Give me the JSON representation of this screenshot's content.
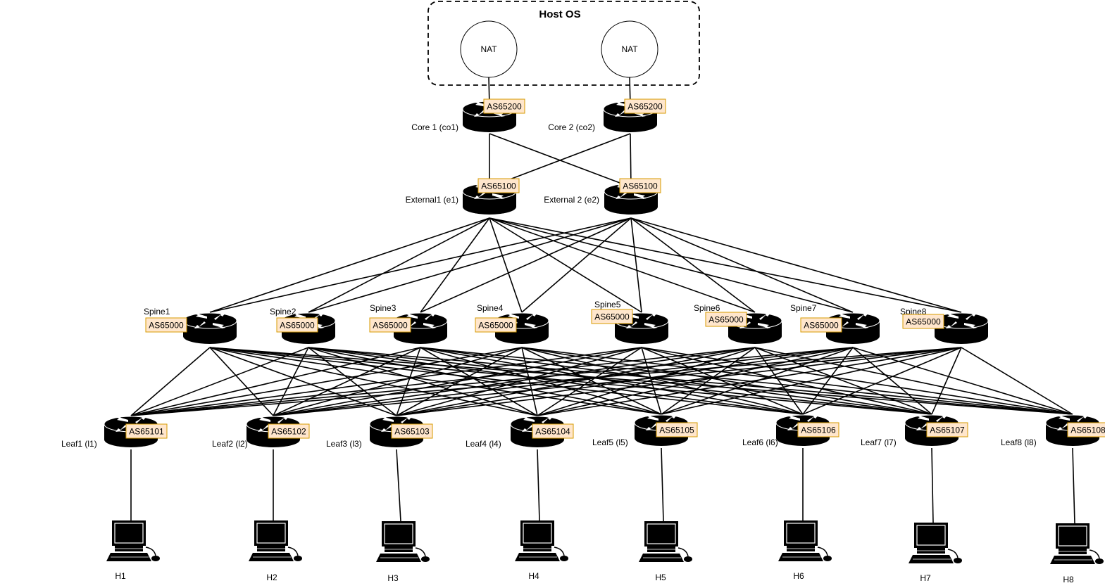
{
  "host_os": {
    "title": "Host OS",
    "nat1": "NAT",
    "nat2": "NAT"
  },
  "core": [
    {
      "name": "Core 1 (co1)",
      "asn": "AS65200"
    },
    {
      "name": "Core 2 (co2)",
      "asn": "AS65200"
    }
  ],
  "external": [
    {
      "name": "External1 (e1)",
      "asn": "AS65100"
    },
    {
      "name": "External 2 (e2)",
      "asn": "AS65100"
    }
  ],
  "spines": [
    {
      "name": "Spine1",
      "asn": "AS65000"
    },
    {
      "name": "Spine2",
      "asn": "AS65000"
    },
    {
      "name": "Spine3",
      "asn": "AS65000"
    },
    {
      "name": "Spine4",
      "asn": "AS65000"
    },
    {
      "name": "Spine5",
      "asn": "AS65000"
    },
    {
      "name": "Spine6",
      "asn": "AS65000"
    },
    {
      "name": "Spine7",
      "asn": "AS65000"
    },
    {
      "name": "Spine8",
      "asn": "AS65000"
    }
  ],
  "leaves": [
    {
      "name": "Leaf1 (l1)",
      "asn": "AS65101"
    },
    {
      "name": "Leaf2 (l2)",
      "asn": "AS65102"
    },
    {
      "name": "Leaf3 (l3)",
      "asn": "AS65103"
    },
    {
      "name": "Leaf4 (l4)",
      "asn": "AS65104"
    },
    {
      "name": "Leaf5 (l5)",
      "asn": "AS65105"
    },
    {
      "name": "Leaf6 (l6)",
      "asn": "AS65106"
    },
    {
      "name": "Leaf7 (l7)",
      "asn": "AS65107"
    },
    {
      "name": "Leaf8 (l8)",
      "asn": "AS65108"
    }
  ],
  "hosts": [
    "H1",
    "H2",
    "H3",
    "H4",
    "H5",
    "H6",
    "H7",
    "H8"
  ],
  "colors": {
    "asn_fill": "#ffe6cc",
    "asn_stroke": "#d79b00",
    "line": "#000000"
  }
}
